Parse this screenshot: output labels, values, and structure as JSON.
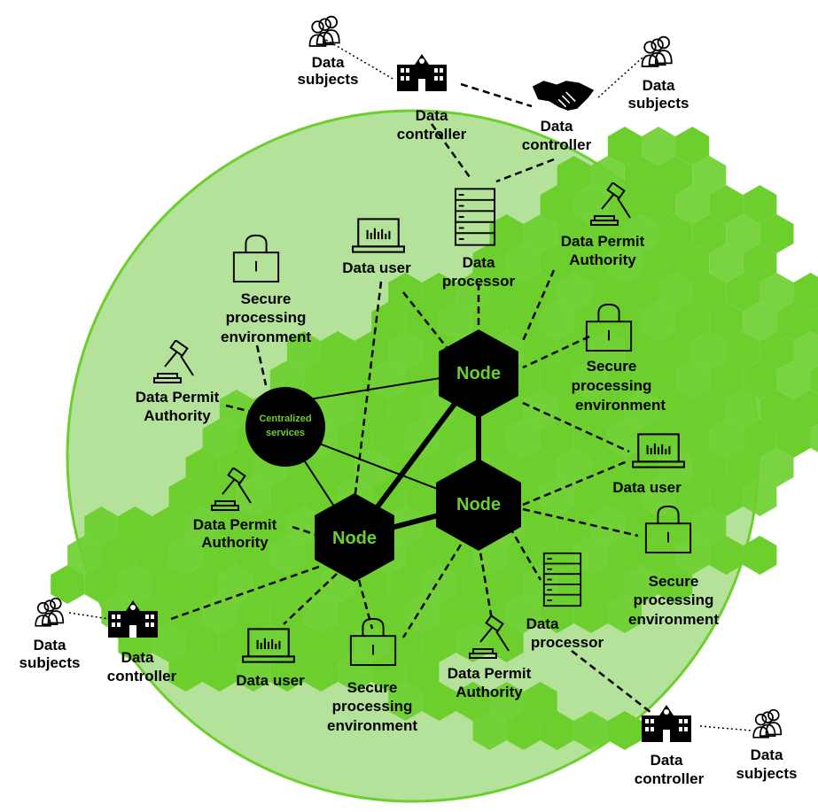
{
  "labels": {
    "data_subjects": [
      "Data",
      "subjects"
    ],
    "data_controller": [
      "Data",
      "controller"
    ],
    "data_processor": [
      "Data",
      "processor"
    ],
    "data_user": "Data user",
    "data_permit_authority": [
      "Data Permit",
      "Authority"
    ],
    "secure_processing_environment": [
      "Secure",
      "processing",
      "environment"
    ],
    "node": "Node",
    "centralized_services": [
      "Centralized",
      "services"
    ]
  },
  "colors": {
    "background_circle": "#b5e29a",
    "hex_region": "#6ccf2e",
    "node_fill": "#000000",
    "node_text": "#6ccf2e"
  },
  "icons": {
    "data_subjects": "people-group-icon",
    "data_controller": "building-icon",
    "data_controller_partner": "handshake-icon",
    "data_processor": "server-rack-icon",
    "data_user": "laptop-icon",
    "data_permit_authority": "gavel-icon",
    "secure_processing_environment": "padlock-icon"
  }
}
